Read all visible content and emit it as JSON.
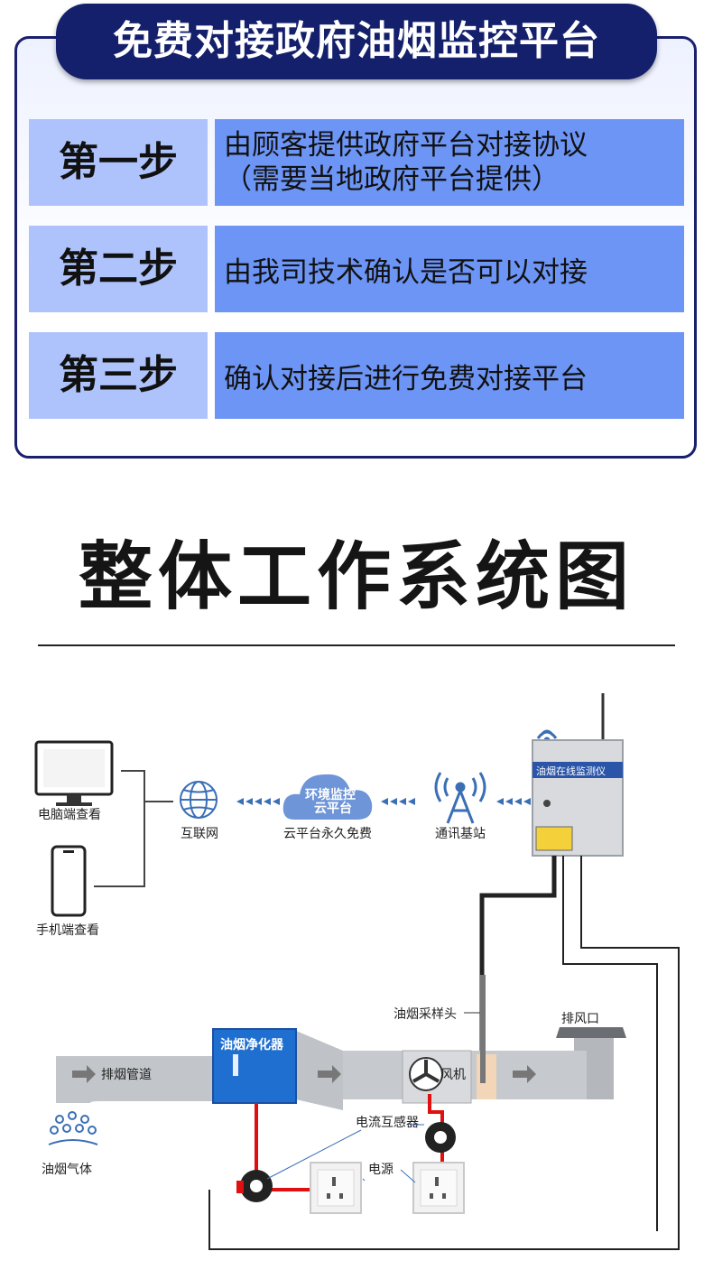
{
  "banner": "免费对接政府油烟监控平台",
  "steps": [
    {
      "label": "第一步",
      "line1": "由顾客提供政府平台对接协议",
      "line2": "（需要当地政府平台提供）"
    },
    {
      "label": "第二步",
      "line1": "由我司技术确认是否可以对接"
    },
    {
      "label": "第三步",
      "line1": "确认对接后进行免费对接平台"
    }
  ],
  "section_title": "整体工作系统图",
  "diagram": {
    "pc_label": "电脑端查看",
    "phone_label": "手机端查看",
    "internet_label": "互联网",
    "cloud_text_line1": "环境监控",
    "cloud_text_line2": "云平台",
    "cloud_label": "云平台永久免费",
    "tower_label": "通讯基站",
    "monitor_title": "油烟在线监测仪",
    "sampler_label": "油烟采样头",
    "outlet_label": "排风口",
    "purifier_label": "油烟净化器",
    "duct_label": "排烟管道",
    "fan_label": "风机",
    "gas_label": "油烟气体",
    "ct_label": "电流互感器",
    "power_label": "电源",
    "colors": {
      "navy": "#14206b",
      "step_light": "#aec3fb",
      "step_dark": "#6d95f5",
      "purifier": "#1f6fd0",
      "wire_red": "#e01010"
    }
  }
}
